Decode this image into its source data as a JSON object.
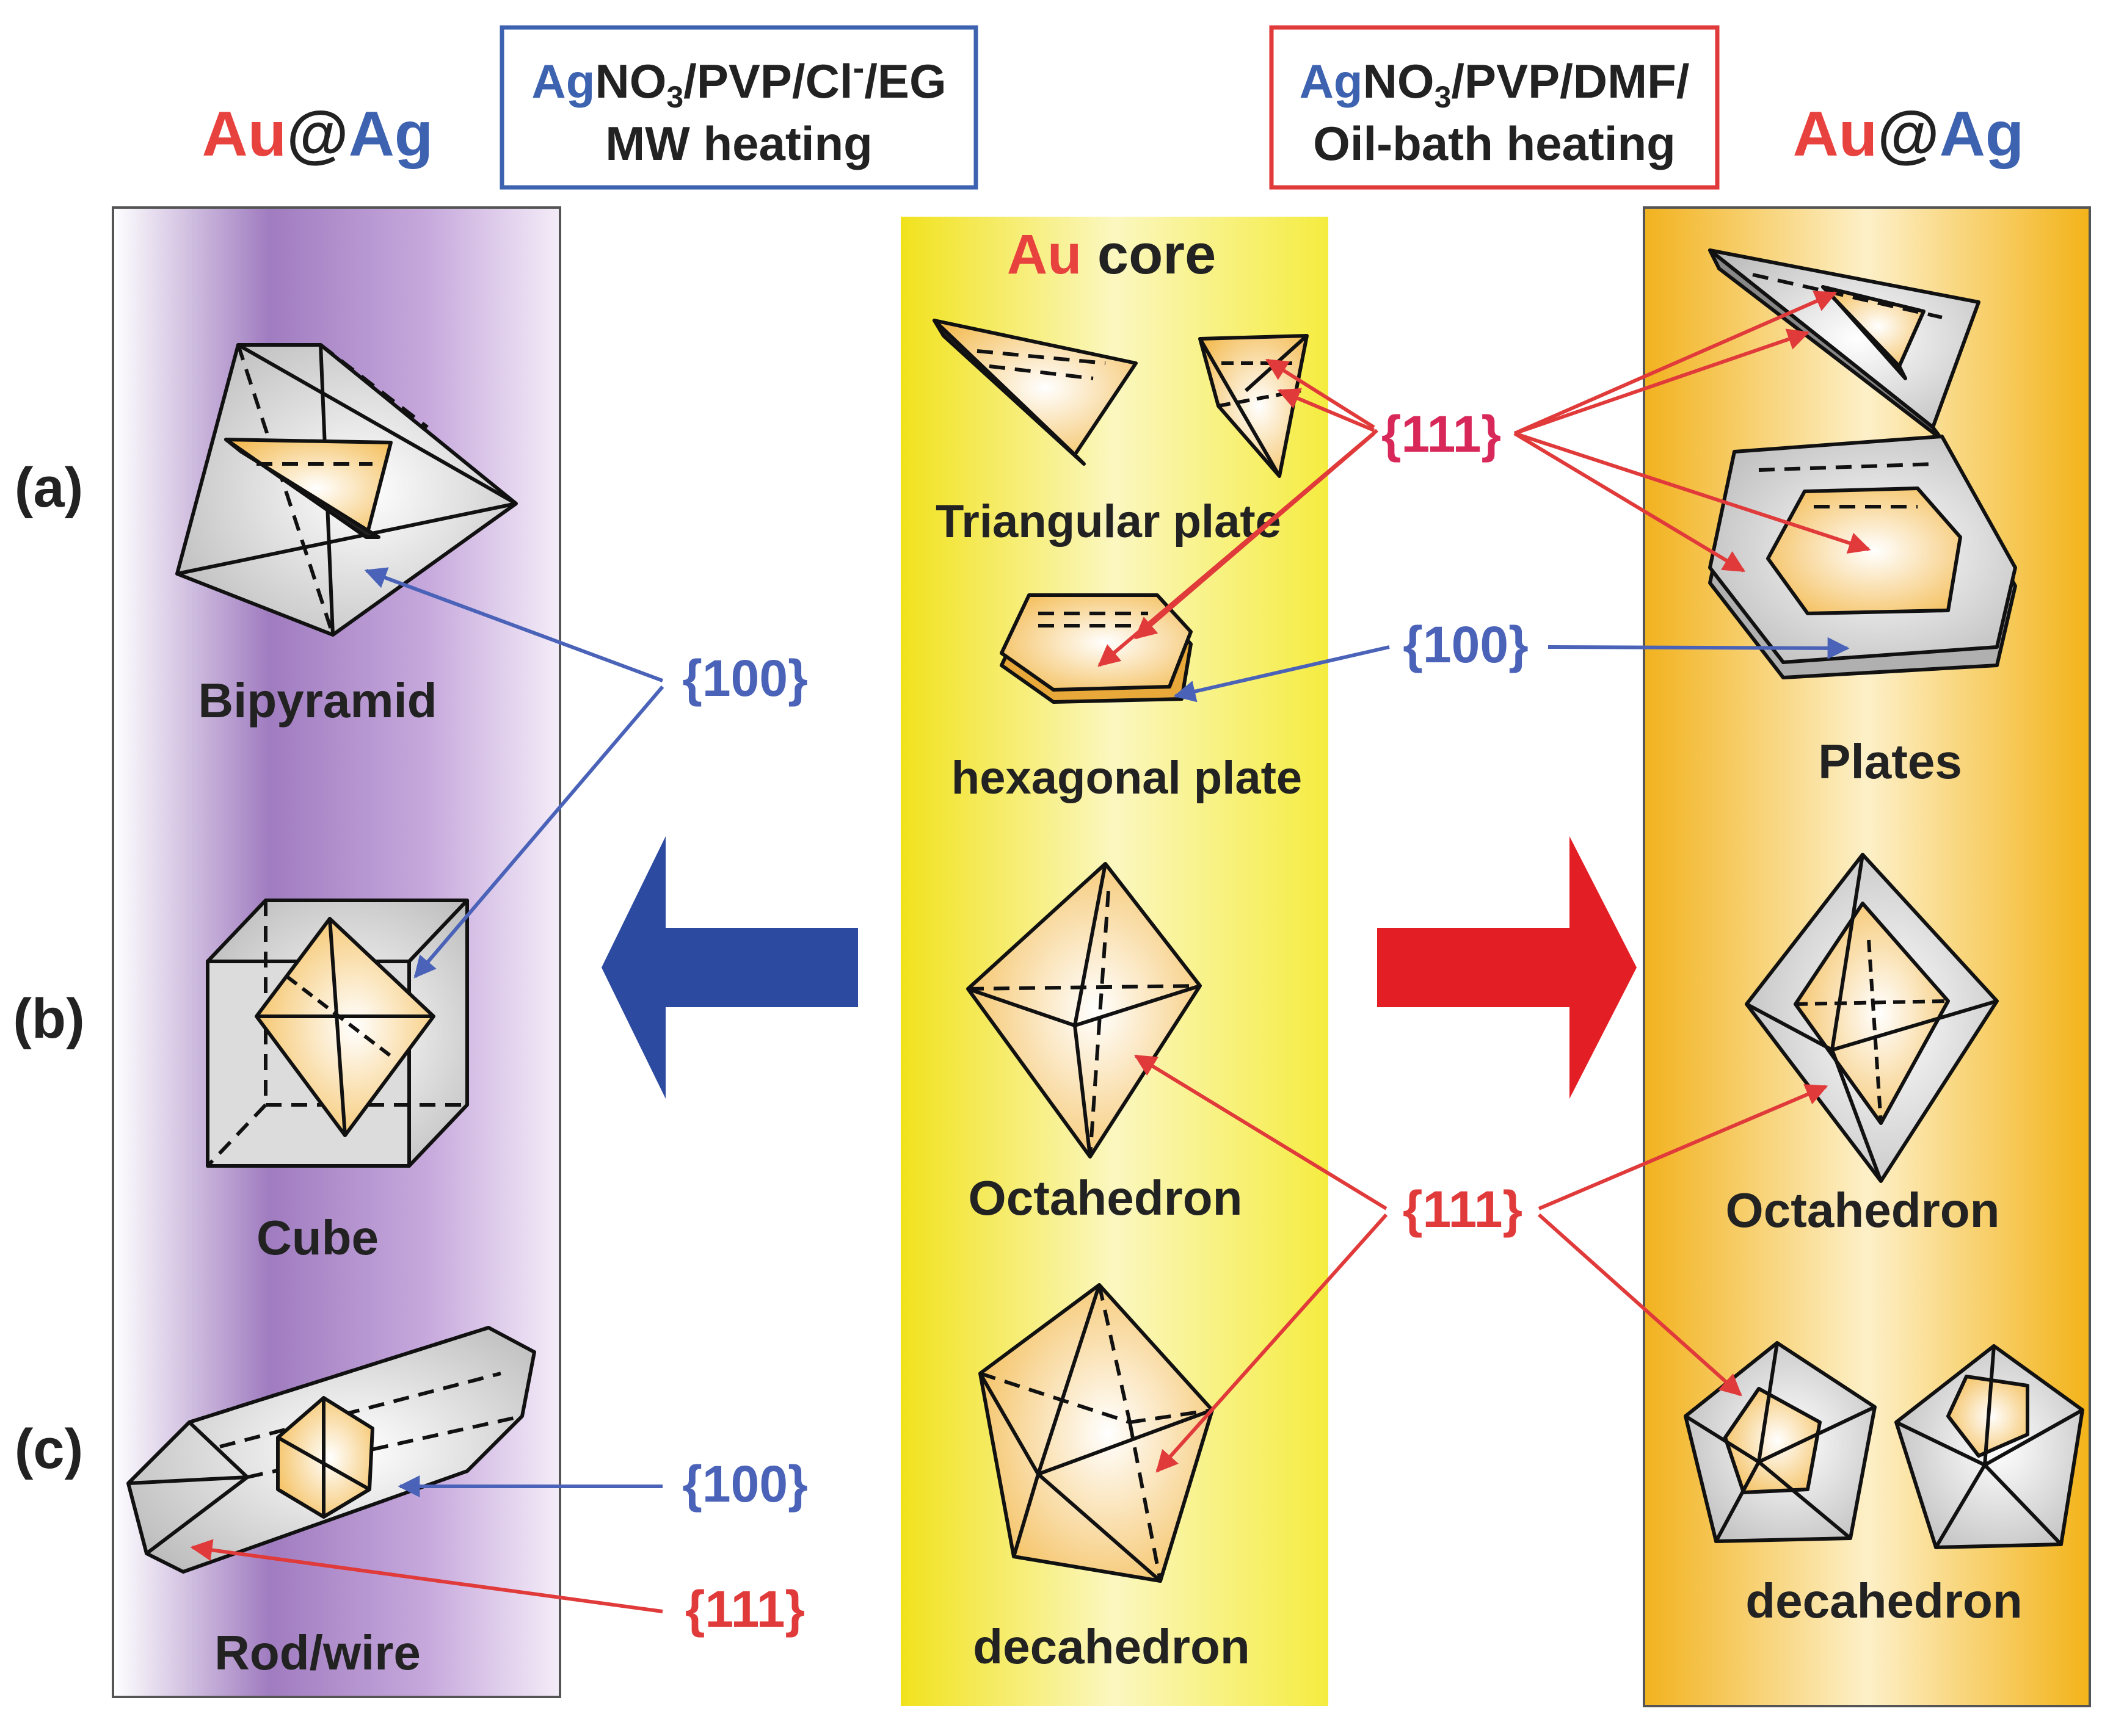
{
  "colors": {
    "au_red": "#e8423f",
    "ag_blue": "#3d62b0",
    "blue_arrow": "#2b4aa0",
    "red_arrow": "#e31e24",
    "facet_blue": "#4a63b8",
    "facet_red": "#e03a3a",
    "facet_magenta": "#d8285a",
    "purple": "#a07cc0",
    "yellow": "#f3e83a",
    "orange": "#f2b21e",
    "gold_face": "#f5c45e",
    "silver_face": "#c9c9c9"
  },
  "left_title": {
    "au": "Au",
    "at": "@",
    "ag": "Ag"
  },
  "right_title": {
    "au": "Au",
    "at": "@",
    "ag": "Ag"
  },
  "center_title": {
    "au": "Au",
    "rest": " core"
  },
  "left_condition": {
    "line1_ag": "Ag",
    "line1_no": "NO",
    "line1_sub": "3",
    "line1_rest": "/PVP/Cl",
    "line1_sup": "-",
    "line1_end": "/EG",
    "line2": "MW heating"
  },
  "right_condition": {
    "line1_ag": "Ag",
    "line1_no": "NO",
    "line1_sub": "3",
    "line1_rest": "/PVP/DMF/",
    "line2": "Oil-bath heating"
  },
  "row_labels": [
    "(a)",
    "(b)",
    "(c)"
  ],
  "left_shapes": [
    "Bipyramid",
    "Cube",
    "Rod/wire"
  ],
  "center_shapes": [
    "Triangular plate",
    "hexagonal plate",
    "Octahedron",
    "decahedron"
  ],
  "right_shapes": [
    "Plates",
    "Octahedron",
    "decahedron"
  ],
  "facets": {
    "f111_top": "{111}",
    "f100_center_left": "{100}",
    "f100_center_right": "{100}",
    "f111_middle": "{111}",
    "f100_rod": "{100}",
    "f111_rod": "{111}"
  }
}
